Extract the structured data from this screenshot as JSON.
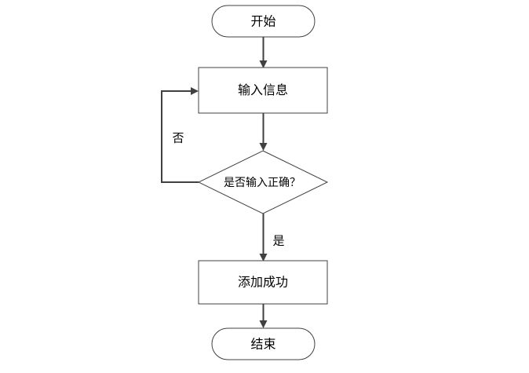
{
  "nodes": {
    "start": "开始",
    "input": "输入信息",
    "decision": "是否输入正确？",
    "success": "添加成功",
    "end": "结束"
  },
  "edges": {
    "no_label": "否",
    "yes_label": "是"
  },
  "colors": {
    "stroke": "#404040",
    "fill": "#ffffff",
    "text": "#000000"
  }
}
